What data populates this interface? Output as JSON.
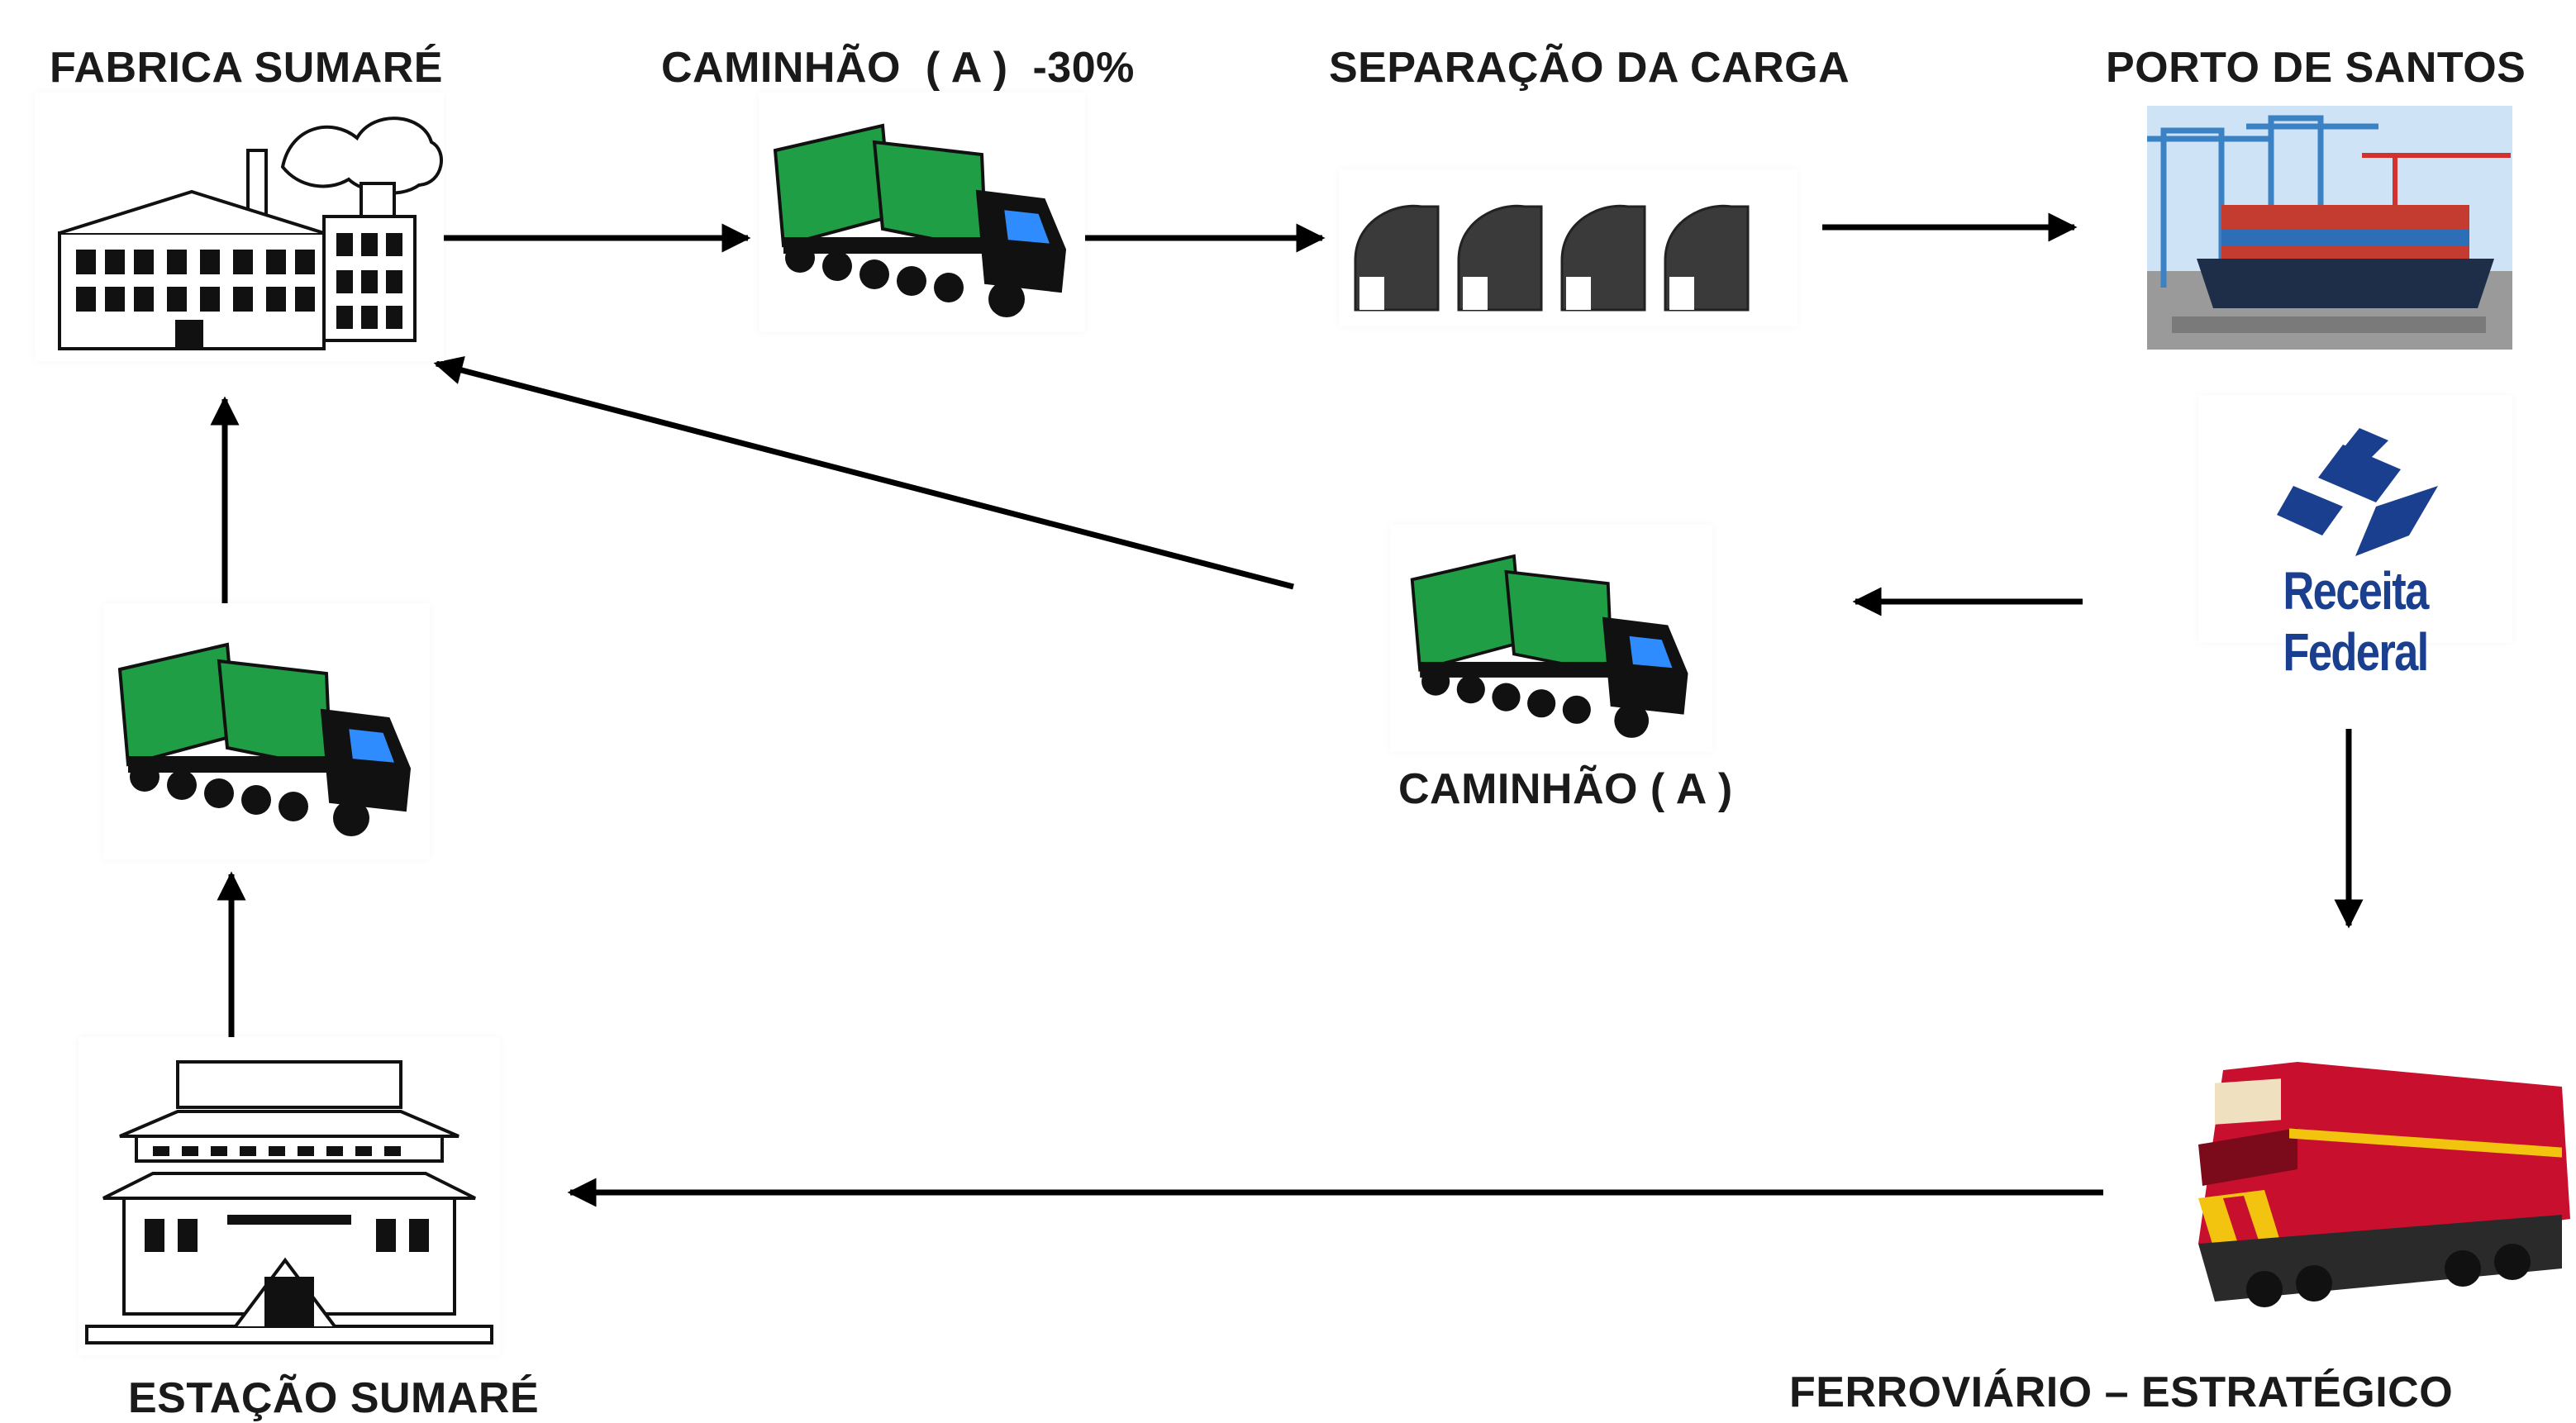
{
  "nodes": {
    "fabrica": {
      "label": "FABRICA SUMARÉ"
    },
    "caminhao_top": {
      "label": "CAMINHÃO  ( A )  -30%"
    },
    "separacao": {
      "label": "SEPARAÇÃO DA CARGA"
    },
    "porto": {
      "label": "PORTO DE SANTOS"
    },
    "receita": {
      "label": "Receita Federal"
    },
    "caminhao_mid": {
      "label": "CAMINHÃO ( A )"
    },
    "ferroviario": {
      "label": "FERROVIÁRIO – ESTRATÉGICO"
    },
    "estacao": {
      "label": "ESTAÇÃO SUMARÉ"
    }
  },
  "colors": {
    "truck_cargo": "#1f9e46",
    "truck_cab": "#111111",
    "truck_window": "#2f8cff",
    "train_body": "#c8102e",
    "train_stripe": "#f2c40f",
    "receita_blue": "#1b3f8f",
    "arrow": "#000000"
  },
  "icons": [
    "factory-icon",
    "truck-icon",
    "warehouse-icon",
    "port-icon",
    "receita-federal-logo",
    "locomotive-icon",
    "station-icon"
  ]
}
